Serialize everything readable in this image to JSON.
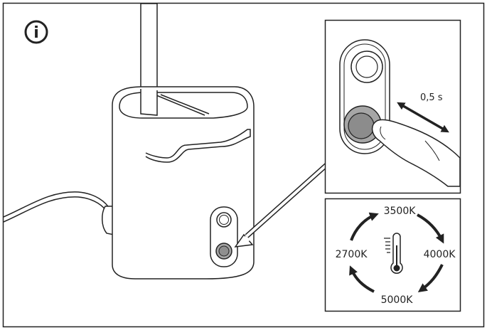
{
  "info_icon": {
    "glyph": "i",
    "name": "info-icon"
  },
  "zoom_panel": {
    "duration_label": "0,5 s"
  },
  "color_cycle": {
    "temperatures": [
      "3500K",
      "4000K",
      "5000K",
      "2700K"
    ]
  },
  "colors": {
    "line": "#222222",
    "button_fill": "#a6a6a6",
    "background": "#ffffff"
  }
}
